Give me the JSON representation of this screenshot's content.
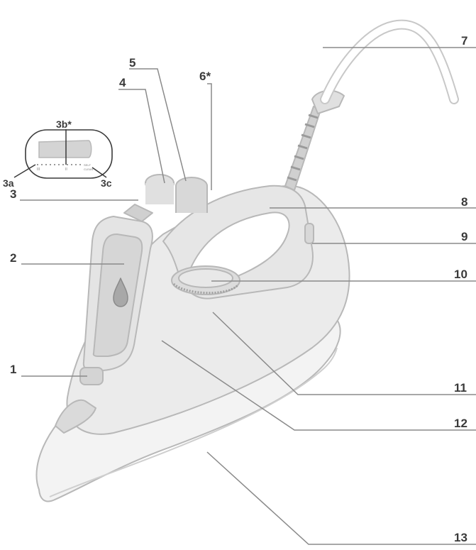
{
  "diagram": {
    "callouts": [
      {
        "id": "1",
        "label": "1"
      },
      {
        "id": "2",
        "label": "2"
      },
      {
        "id": "3",
        "label": "3"
      },
      {
        "id": "4",
        "label": "4"
      },
      {
        "id": "5",
        "label": "5"
      },
      {
        "id": "6",
        "label": "6*"
      },
      {
        "id": "7",
        "label": "7"
      },
      {
        "id": "8",
        "label": "8"
      },
      {
        "id": "9",
        "label": "9"
      },
      {
        "id": "10",
        "label": "10"
      },
      {
        "id": "11",
        "label": "11"
      },
      {
        "id": "12",
        "label": "12"
      },
      {
        "id": "13",
        "label": "13"
      }
    ],
    "inset": {
      "labels": [
        "3a",
        "3b*",
        "3c"
      ],
      "dial_marks": [
        "III",
        "II",
        "SELF CLEAN"
      ]
    }
  },
  "colors": {
    "line": "#8a8a8a",
    "outline": "#b8b8b8",
    "fill_light": "#e6e6e6",
    "fill_mid": "#d0d0d0",
    "text": "#3a3a3a"
  }
}
